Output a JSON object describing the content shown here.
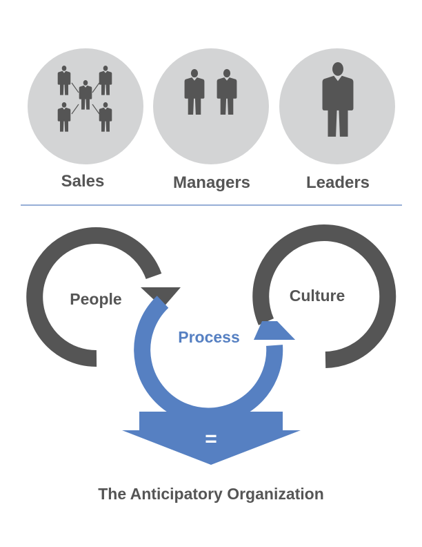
{
  "colors": {
    "circle_bg": "#d3d4d5",
    "figure": "#555555",
    "text_dark": "#555555",
    "accent_blue": "#5680c2",
    "divider": "#7494c8",
    "arc_gray": "#555555"
  },
  "groups": [
    {
      "label": "Sales",
      "icon": "network-people-icon"
    },
    {
      "label": "Managers",
      "icon": "two-people-icon"
    },
    {
      "label": "Leaders",
      "icon": "single-person-icon"
    }
  ],
  "cycle": {
    "left": "People",
    "middle": "Process",
    "right": "Culture"
  },
  "result": {
    "symbol": "=",
    "title": "The Anticipatory Organization"
  }
}
